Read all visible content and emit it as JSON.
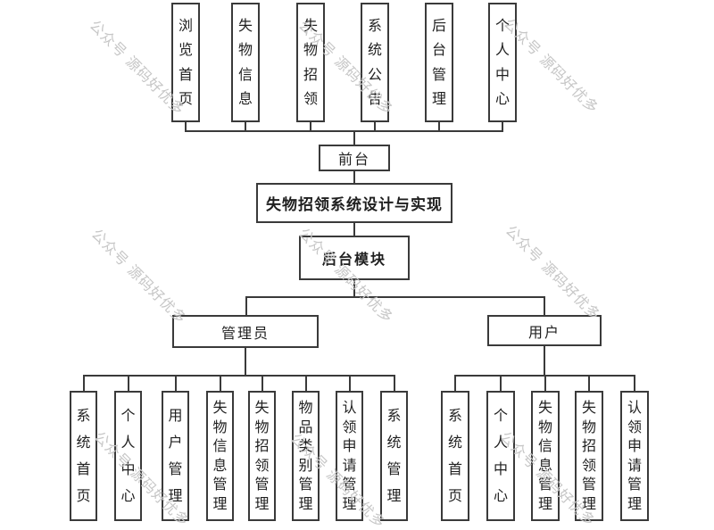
{
  "diagram": {
    "title": "失物招领系统设计与实现",
    "front_label": "前台",
    "backend_label": "后台模块",
    "admin_label": "管理员",
    "user_label": "用户",
    "front_modules": [
      "浏览首页",
      "失物信息",
      "失物招领",
      "系统公告",
      "后台管理",
      "个人中心"
    ],
    "admin_modules": [
      "系统首页",
      "个人中心",
      "用户管理",
      "失物信息管理",
      "失物招领管理",
      "物品类别管理",
      "认领申请管理",
      "系统管理"
    ],
    "user_modules": [
      "系统首页",
      "个人中心",
      "失物信息管理",
      "失物招领管理",
      "认领申请管理"
    ]
  },
  "watermark": {
    "text": "公众号 源码好优多"
  },
  "colors": {
    "line": "#3a3a3a",
    "text": "#1f1f1f",
    "watermark": "#c6c6c6",
    "background": "#ffffff"
  }
}
